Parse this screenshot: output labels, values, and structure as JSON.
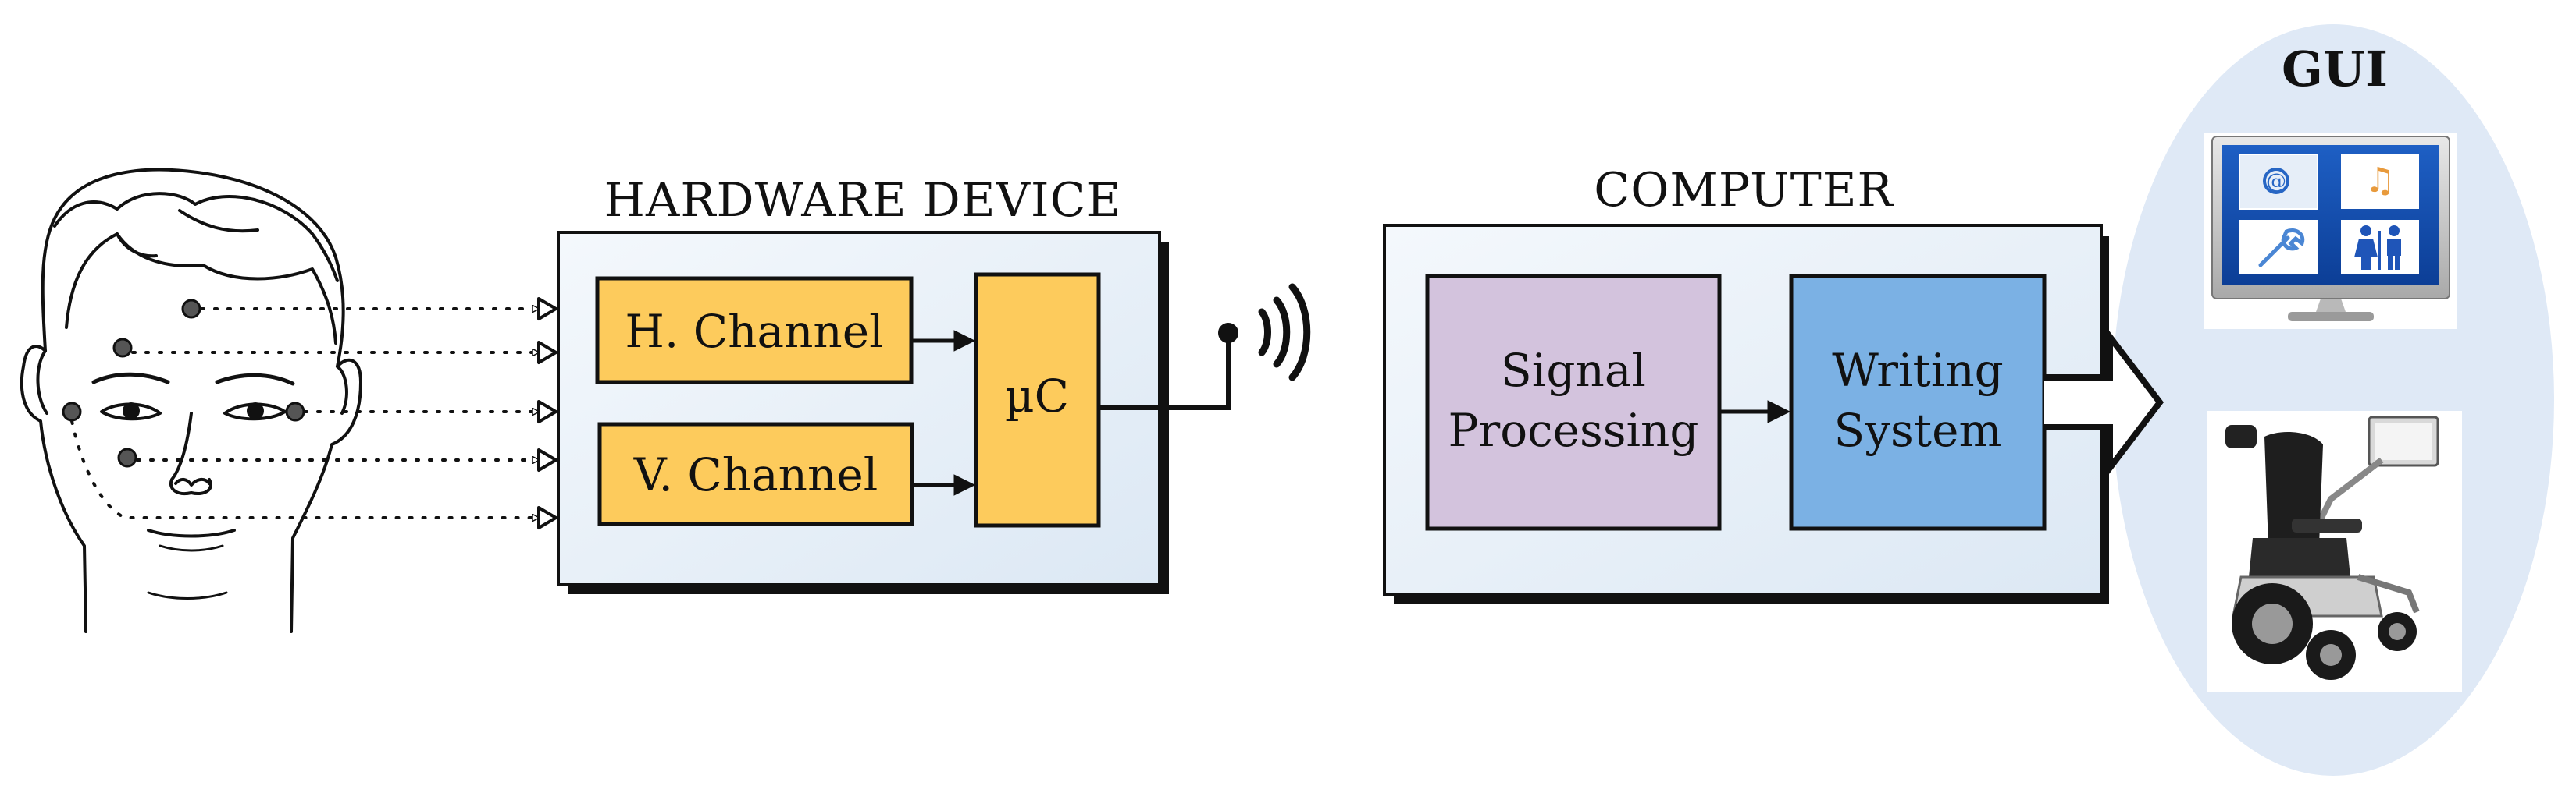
{
  "hardware": {
    "title": "HARDWARE DEVICE",
    "h_channel": "H. Channel",
    "v_channel": "V. Channel",
    "uc": "µC"
  },
  "computer": {
    "title": "COMPUTER",
    "signal_line1": "Signal",
    "signal_line2": "Processing",
    "writing_line1": "Writing",
    "writing_line2": "System"
  },
  "gui": {
    "title": "GUI"
  },
  "colors": {
    "channel_fill": "#FDCB5C",
    "signal_fill": "#D3C3DD",
    "writing_fill": "#7BB1E4",
    "panel_fill": "#E6EFF8",
    "gui_ellipse": "#DFE9F6"
  },
  "icons": [
    "face-sketch-icon",
    "wireless-antenna-icon",
    "monitor-gui-icon",
    "wheelchair-icon"
  ]
}
